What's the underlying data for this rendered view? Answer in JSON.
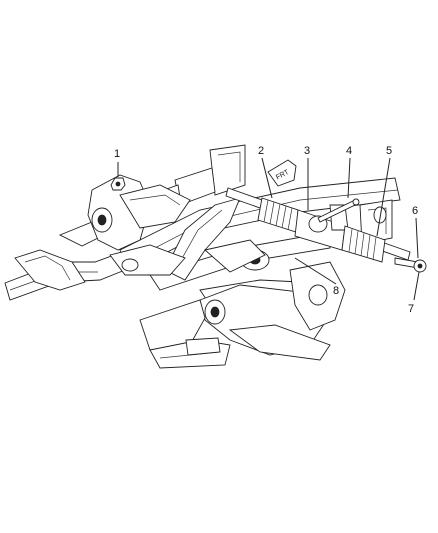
{
  "diagram": {
    "front_label": "FRT",
    "callouts": [
      {
        "id": "callout-1",
        "number": "1"
      },
      {
        "id": "callout-2",
        "number": "2"
      },
      {
        "id": "callout-3",
        "number": "3"
      },
      {
        "id": "callout-4",
        "number": "4"
      },
      {
        "id": "callout-5",
        "number": "5"
      },
      {
        "id": "callout-6",
        "number": "6"
      },
      {
        "id": "callout-7",
        "number": "7"
      },
      {
        "id": "callout-8",
        "number": "8"
      }
    ]
  }
}
